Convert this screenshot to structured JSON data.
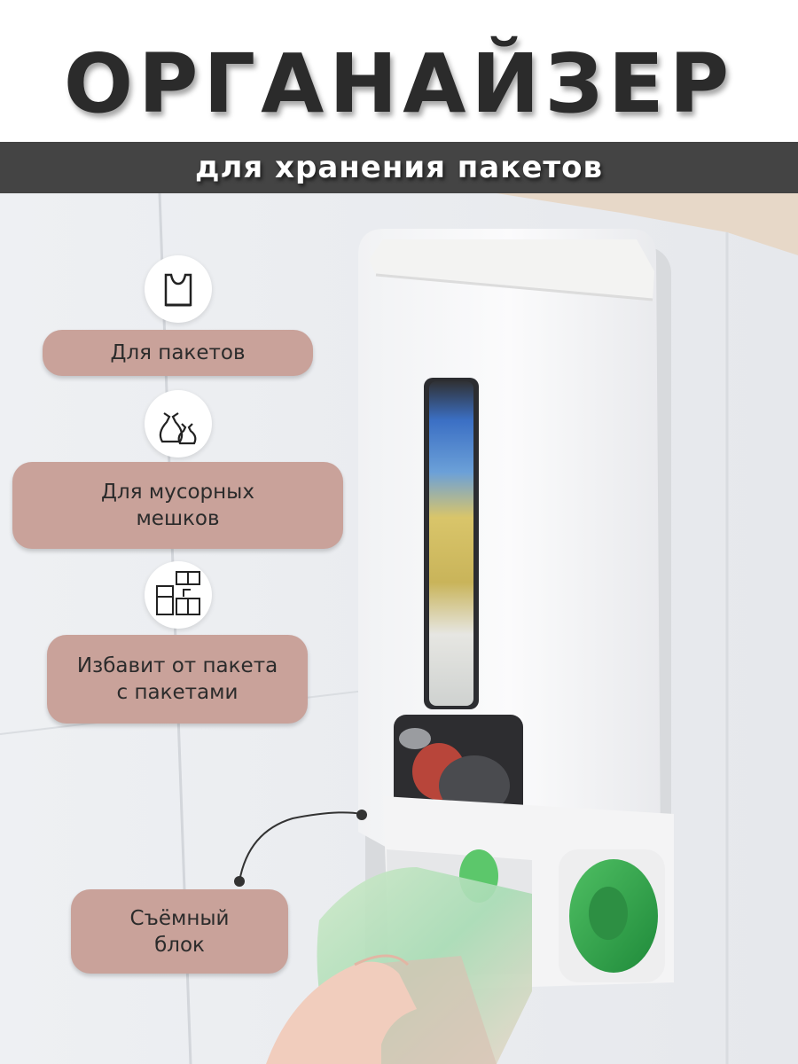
{
  "header": {
    "title": "ОРГАНАЙЗЕР",
    "subtitle": "для хранения пакетов"
  },
  "features": [
    {
      "label": "Для пакетов",
      "icon": "plastic-bag-icon"
    },
    {
      "label": "Для мусорных\nмешков",
      "icon": "garbage-bags-icon"
    },
    {
      "label": "Избавит от пакета\nс пакетами",
      "icon": "kitchen-icon"
    }
  ],
  "callout": {
    "label": "Съёмный\nблок"
  },
  "colors": {
    "pill": "#c9a29a",
    "banner": "#444444",
    "title": "#2b2b2b"
  }
}
